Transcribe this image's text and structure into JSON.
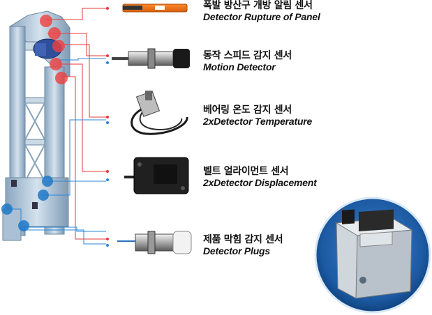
{
  "sensors": [
    {
      "ko": "폭발 방산구 개방 알림 센서",
      "en": "Detector Rupture of Panel",
      "icon": "rupture-sensor-icon"
    },
    {
      "ko": "동작 스피드 감지 센서",
      "en": "Motion Detector",
      "icon": "motion-sensor-icon"
    },
    {
      "ko": "베어링 온도 감지 센서",
      "en": "2xDetector Temperature",
      "icon": "temperature-sensor-icon"
    },
    {
      "ko": "벨트 얼라이먼트 센서",
      "en": "2xDetector Displacement",
      "icon": "displacement-sensor-icon"
    },
    {
      "ko": "제품 막힘 감지 센서",
      "en": "Detector Plugs",
      "icon": "plug-sensor-icon"
    }
  ],
  "colors": {
    "wire_red": "#e8383a",
    "wire_blue": "#2a87d8",
    "marker_red": "#ef4040",
    "marker_blue": "#1f78c8",
    "elevator_body": "#b8cfe0",
    "control_circle": "#1a5ea8"
  }
}
